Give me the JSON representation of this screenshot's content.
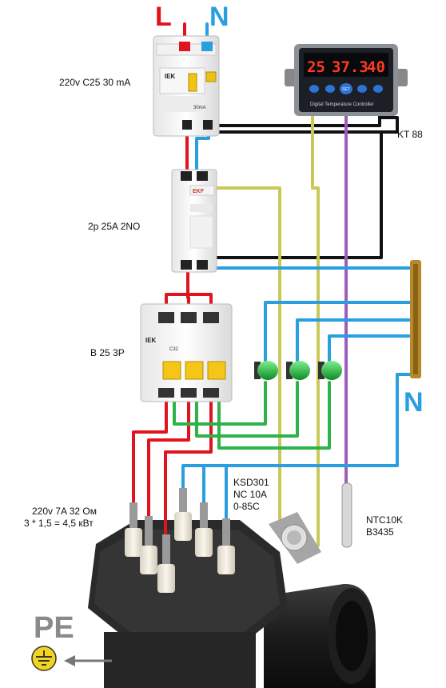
{
  "top_labels": {
    "line": "L",
    "neutral": "N"
  },
  "neutral_bus_label": "N",
  "pe_label": "PE",
  "rcbo": {
    "label": "220v C25 30 mA",
    "brand": "IEK",
    "rating": "30mA"
  },
  "thermostat": {
    "label": "KT 88",
    "display": [
      "25",
      "37.3",
      "40"
    ],
    "panel_text": "Digital Temperature Controller",
    "set_button": "SET"
  },
  "contactor": {
    "label": "2p 25A 2NO",
    "brand": "EKF"
  },
  "breaker": {
    "label": "B 25 3P",
    "brand": "IEK",
    "model": "C32"
  },
  "thermal_switch": {
    "label_lines": [
      "KSD301",
      "NC 10A",
      "0-85C"
    ]
  },
  "sensor": {
    "label_lines": [
      "NTC10K",
      "B3435"
    ]
  },
  "heater": {
    "label_lines": [
      "220v 7A 32 Ом",
      "3 * 1,5 = 4,5 кВт"
    ]
  },
  "colors": {
    "line": "#e0141e",
    "neutral": "#2a9fe0",
    "black": "#111111",
    "yellow": "#c9c95a",
    "purple": "#a05cb8",
    "green": "#2db34a"
  },
  "indicator_lamps": 3
}
